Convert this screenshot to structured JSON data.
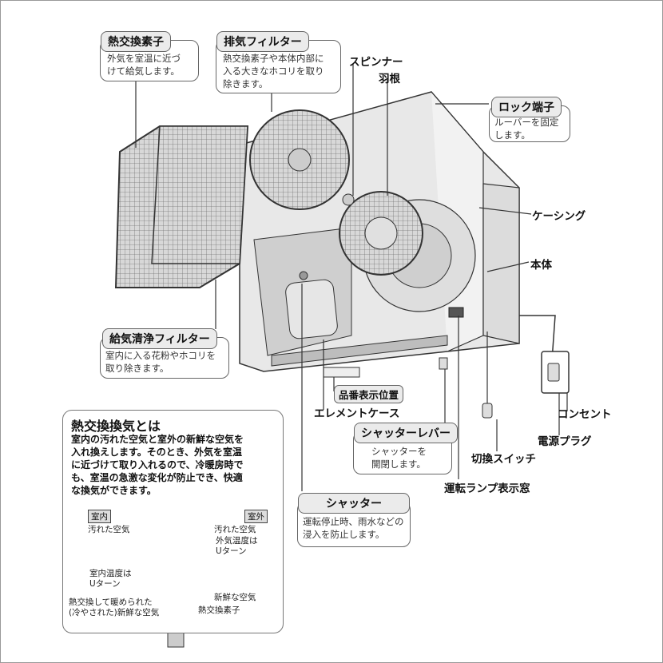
{
  "callouts": {
    "heat_exchanger": {
      "title": "熱交換素子",
      "body": "外気を室温に近づ\nけて給気します。"
    },
    "exhaust_filter": {
      "title": "排気フィルター",
      "body": "熱交換素子や本体内部に\n入る大きなホコリを取り\n除きます。"
    },
    "lock_terminal": {
      "title": "ロック端子",
      "body": "ルーバーを固定\nします。"
    },
    "supply_filter": {
      "title": "給気清浄フィルター",
      "body": "室内に入る花粉やホコリを\n取り除きます。"
    },
    "shutter_lever": {
      "title": "シャッターレバー",
      "body": "シャッターを\n開閉します。"
    },
    "shutter": {
      "title": "シャッター",
      "body": "運転停止時、雨水などの\n浸入を防止します。"
    }
  },
  "labels": {
    "spinner": "スピンナー",
    "blade": "羽根",
    "casing": "ケーシング",
    "body": "本体",
    "serial_position": "品番表示位置",
    "element_case": "エレメントケース",
    "outlet": "コンセント",
    "power_plug": "電源プラグ",
    "switch": "切換スイッチ",
    "lamp_window": "運転ランプ表示窓"
  },
  "info": {
    "title": "熱交換換気とは",
    "text": "室内の汚れた空気と室外の新鮮な空気を\n入れ換えします。そのとき、外気を室温\nに近づけて取り入れるので、冷暖房時で\nも、室温の急激な変化が防止でき、快適\nな換気ができます。",
    "indoor_tag": "室内",
    "outdoor_tag": "室外",
    "dirty_air_left": "汚れた空気",
    "dirty_air_right": "汚れた空気",
    "outdoor_temp": "外気温度は\nUターン",
    "indoor_temp": "室内温度は\nUターン",
    "fresh_air": "新鮮な空気",
    "exchanged_air": "熱交換して暖められた\n(冷やされた)新鮮な空気",
    "element": "熱交換素子"
  }
}
